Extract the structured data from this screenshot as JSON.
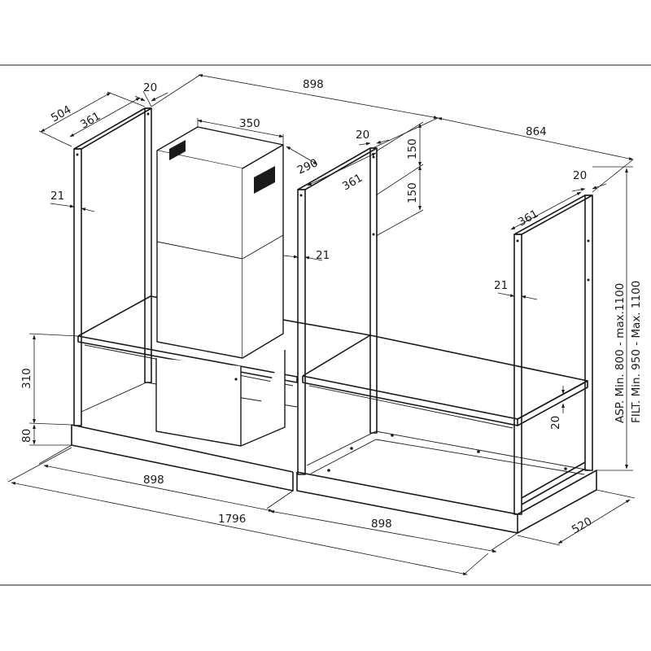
{
  "diagram": {
    "top_dims": {
      "d504": "504",
      "d361a": "361",
      "d20a": "20",
      "d898top": "898",
      "d350": "350",
      "d290": "290",
      "d20b": "20",
      "d361b": "361",
      "d150a": "150",
      "d150b": "150",
      "d864": "864",
      "d20c": "20",
      "d361c": "361"
    },
    "side_dims": {
      "d21a": "21",
      "d21b": "21",
      "d21c": "21",
      "d310": "310",
      "d80": "80",
      "d20d": "20"
    },
    "bottom_dims": {
      "d898a": "898",
      "d1796": "1796",
      "d898b": "898",
      "d520": "520"
    },
    "height_notes": {
      "asp": "ASP.   Min. 800  -  max.1100",
      "filt": "FILT.  Min. 950  -  Max. 1100"
    }
  }
}
